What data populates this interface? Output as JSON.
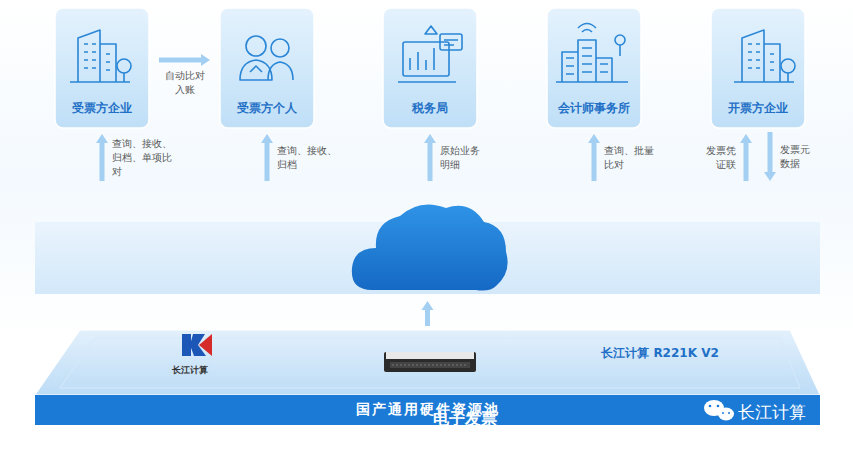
{
  "diagram": {
    "nodes": [
      {
        "text": [
          "受票方企业"
        ]
      },
      {
        "text": [
          "受票方个人"
        ]
      },
      {
        "text": [
          "税务局"
        ]
      },
      {
        "text": [
          "会计师事务所"
        ]
      },
      {
        "text": [
          "开票方企业"
        ]
      },
      {
        "text": [
          "电子发票 云平台"
        ]
      },
      {
        "text": [
          "长江计算",
          "长江计算 R221K V2"
        ]
      },
      {
        "text": [
          "国产通用硬件资源池"
        ]
      }
    ],
    "edges": [
      {
        "from": 0,
        "to": 1,
        "label": "自动比对 入账",
        "arrow": "to"
      },
      {
        "from": 5,
        "to": 0,
        "label": "查询、接收、归档、单项比对",
        "arrow": "to"
      },
      {
        "from": 5,
        "to": 1,
        "label": "查询、接收、归档",
        "arrow": "to"
      },
      {
        "from": 5,
        "to": 2,
        "label": "原始业务明细",
        "arrow": "to"
      },
      {
        "from": 5,
        "to": 3,
        "label": "查询、批量比对",
        "arrow": "to"
      },
      {
        "from": 5,
        "to": 4,
        "label": "发票凭证联",
        "arrow": "to"
      },
      {
        "from": 4,
        "to": 5,
        "label": "发票元数据",
        "arrow": "to"
      },
      {
        "from": 6,
        "to": 5,
        "arrow": "to"
      }
    ],
    "labels": [
      "长江计算"
    ]
  }
}
